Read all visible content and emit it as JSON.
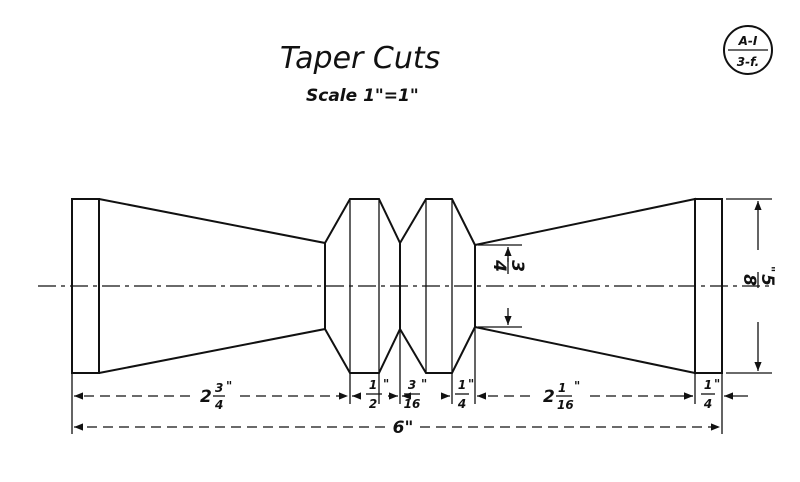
{
  "title": "Taper Cuts",
  "scale": "Scale 1\"=1\"",
  "badge": {
    "top": "A-I",
    "bottom": "3-f."
  },
  "dimensions": {
    "seg1": {
      "whole": "2",
      "num": "3",
      "den": "4",
      "mark": "\""
    },
    "seg2": {
      "num": "1",
      "den": "2",
      "mark": "\""
    },
    "seg3": {
      "num": "3",
      "den": "16",
      "mark": "\""
    },
    "seg4": {
      "num": "1",
      "den": "4",
      "mark": "\""
    },
    "seg5": {
      "whole": "2",
      "num": "1",
      "den": "16",
      "mark": "\""
    },
    "seg6": {
      "num": "1",
      "den": "4",
      "mark": "\""
    },
    "overall": "6\"",
    "inner_dia": {
      "num": "3",
      "den": "4"
    },
    "outer_dia": {
      "num": "5",
      "den": "8",
      "mark": "\""
    }
  }
}
